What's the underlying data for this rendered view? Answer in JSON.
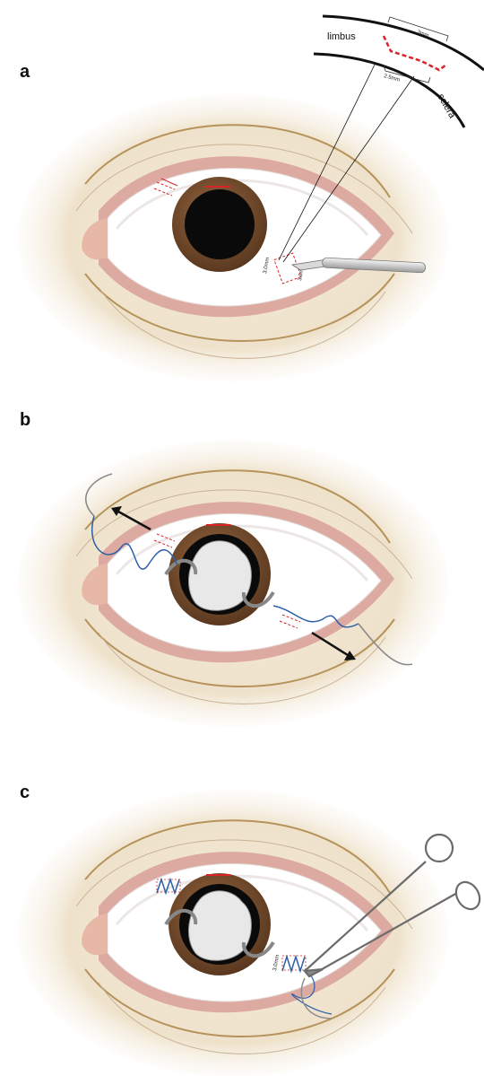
{
  "panels": [
    {
      "letter": "a"
    },
    {
      "letter": "b"
    },
    {
      "letter": "c"
    }
  ],
  "inset": {
    "limbus": "limbus",
    "sclera": "sclera",
    "width_top": "3mm",
    "width_bottom": "2.5mm"
  },
  "panel_a": {
    "incision_label_1": "3.0mm",
    "incision_label_2": "3.0mm"
  },
  "panel_c": {
    "incision_label": "3.0mm"
  },
  "colors": {
    "skin": "#f1e6d2",
    "lid_line": "#b5935a",
    "lid_pink": "#dcaaa0",
    "sclera": "#ffffff",
    "iris": "#6b4428",
    "pupil": "#0a0a0a",
    "incision_red": "#d8232a",
    "suture_blue": "#2c5fa8"
  }
}
